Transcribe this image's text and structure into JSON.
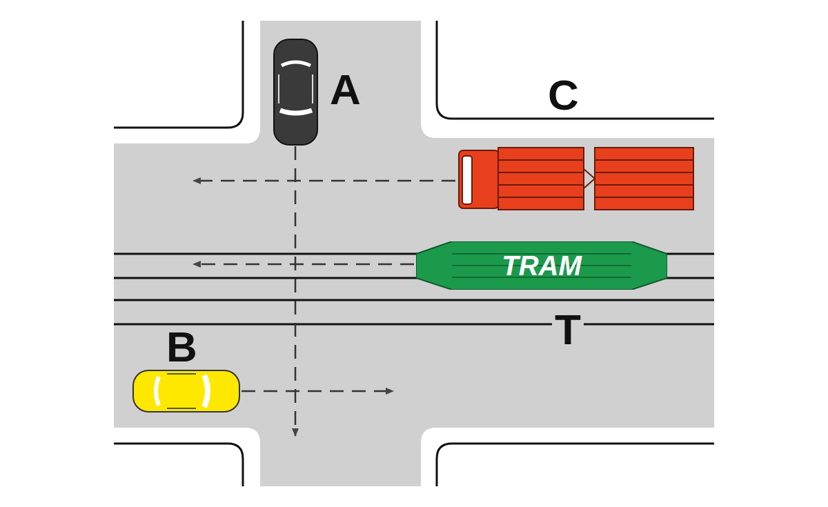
{
  "diagram": {
    "nodes": [
      {
        "text": [
          "TRAM"
        ]
      }
    ],
    "labels": [
      "A",
      "C",
      "T",
      "B"
    ]
  }
}
